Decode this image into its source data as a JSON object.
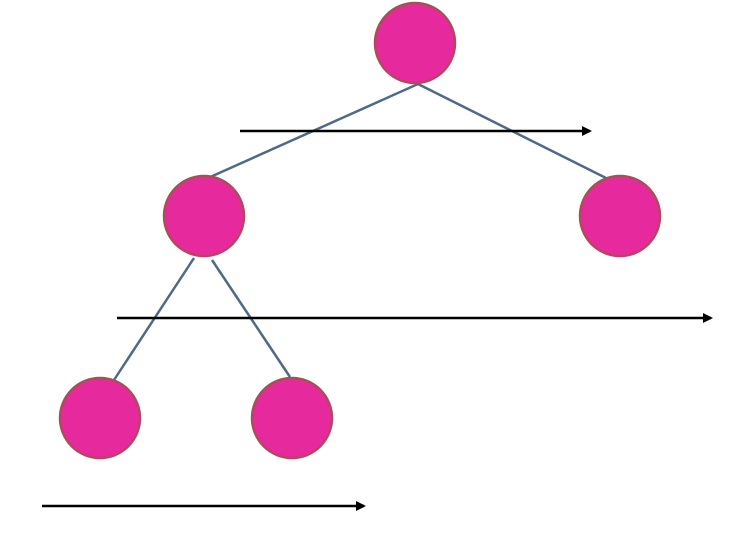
{
  "diagram": {
    "nodes": [
      {
        "id": "root",
        "label": ""
      },
      {
        "id": "left",
        "label": ""
      },
      {
        "id": "right",
        "label": ""
      },
      {
        "id": "left-left",
        "label": ""
      },
      {
        "id": "left-right",
        "label": ""
      }
    ],
    "edges": [
      {
        "from": "root",
        "to": "left"
      },
      {
        "from": "root",
        "to": "right"
      },
      {
        "from": "left",
        "to": "left-left"
      },
      {
        "from": "left",
        "to": "left-right"
      }
    ],
    "arrows": [
      {
        "id": "level-1-arrow",
        "direction": "right"
      },
      {
        "id": "level-2-arrow",
        "direction": "right"
      },
      {
        "id": "level-3-arrow",
        "direction": "right"
      }
    ],
    "colors": {
      "node_fill": "#e62a9e",
      "node_stroke": "#b04a5a",
      "edge": "#4f6a85",
      "arrow": "#000000",
      "background": "#ffffff"
    }
  }
}
